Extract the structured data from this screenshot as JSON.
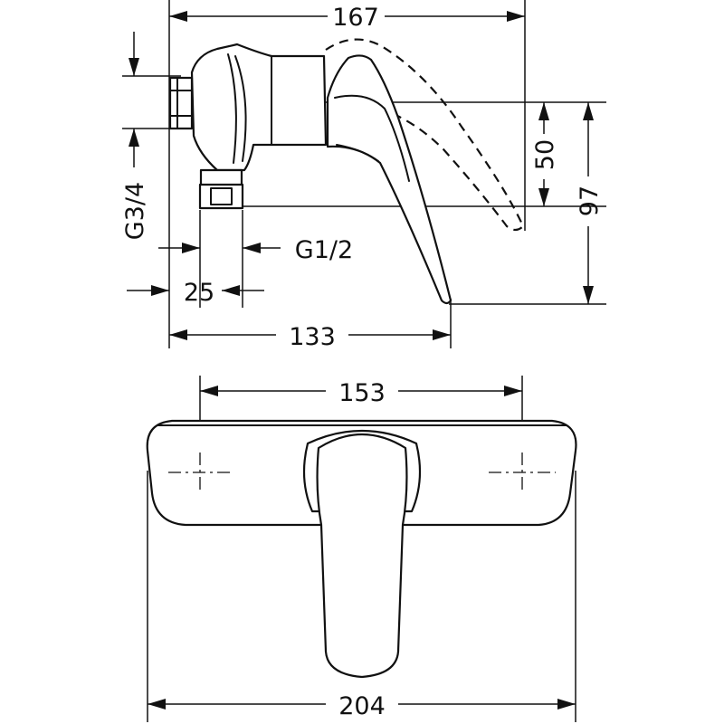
{
  "diagram": {
    "dimensions": {
      "overall_depth": "167",
      "lever_to_wall": "133",
      "outlet_offset": "25",
      "inlet_thread": "G3/4",
      "outlet_thread": "G1/2",
      "height_50": "50",
      "height_97": "97",
      "mounting_distance": "153",
      "cover_width": "204"
    }
  }
}
